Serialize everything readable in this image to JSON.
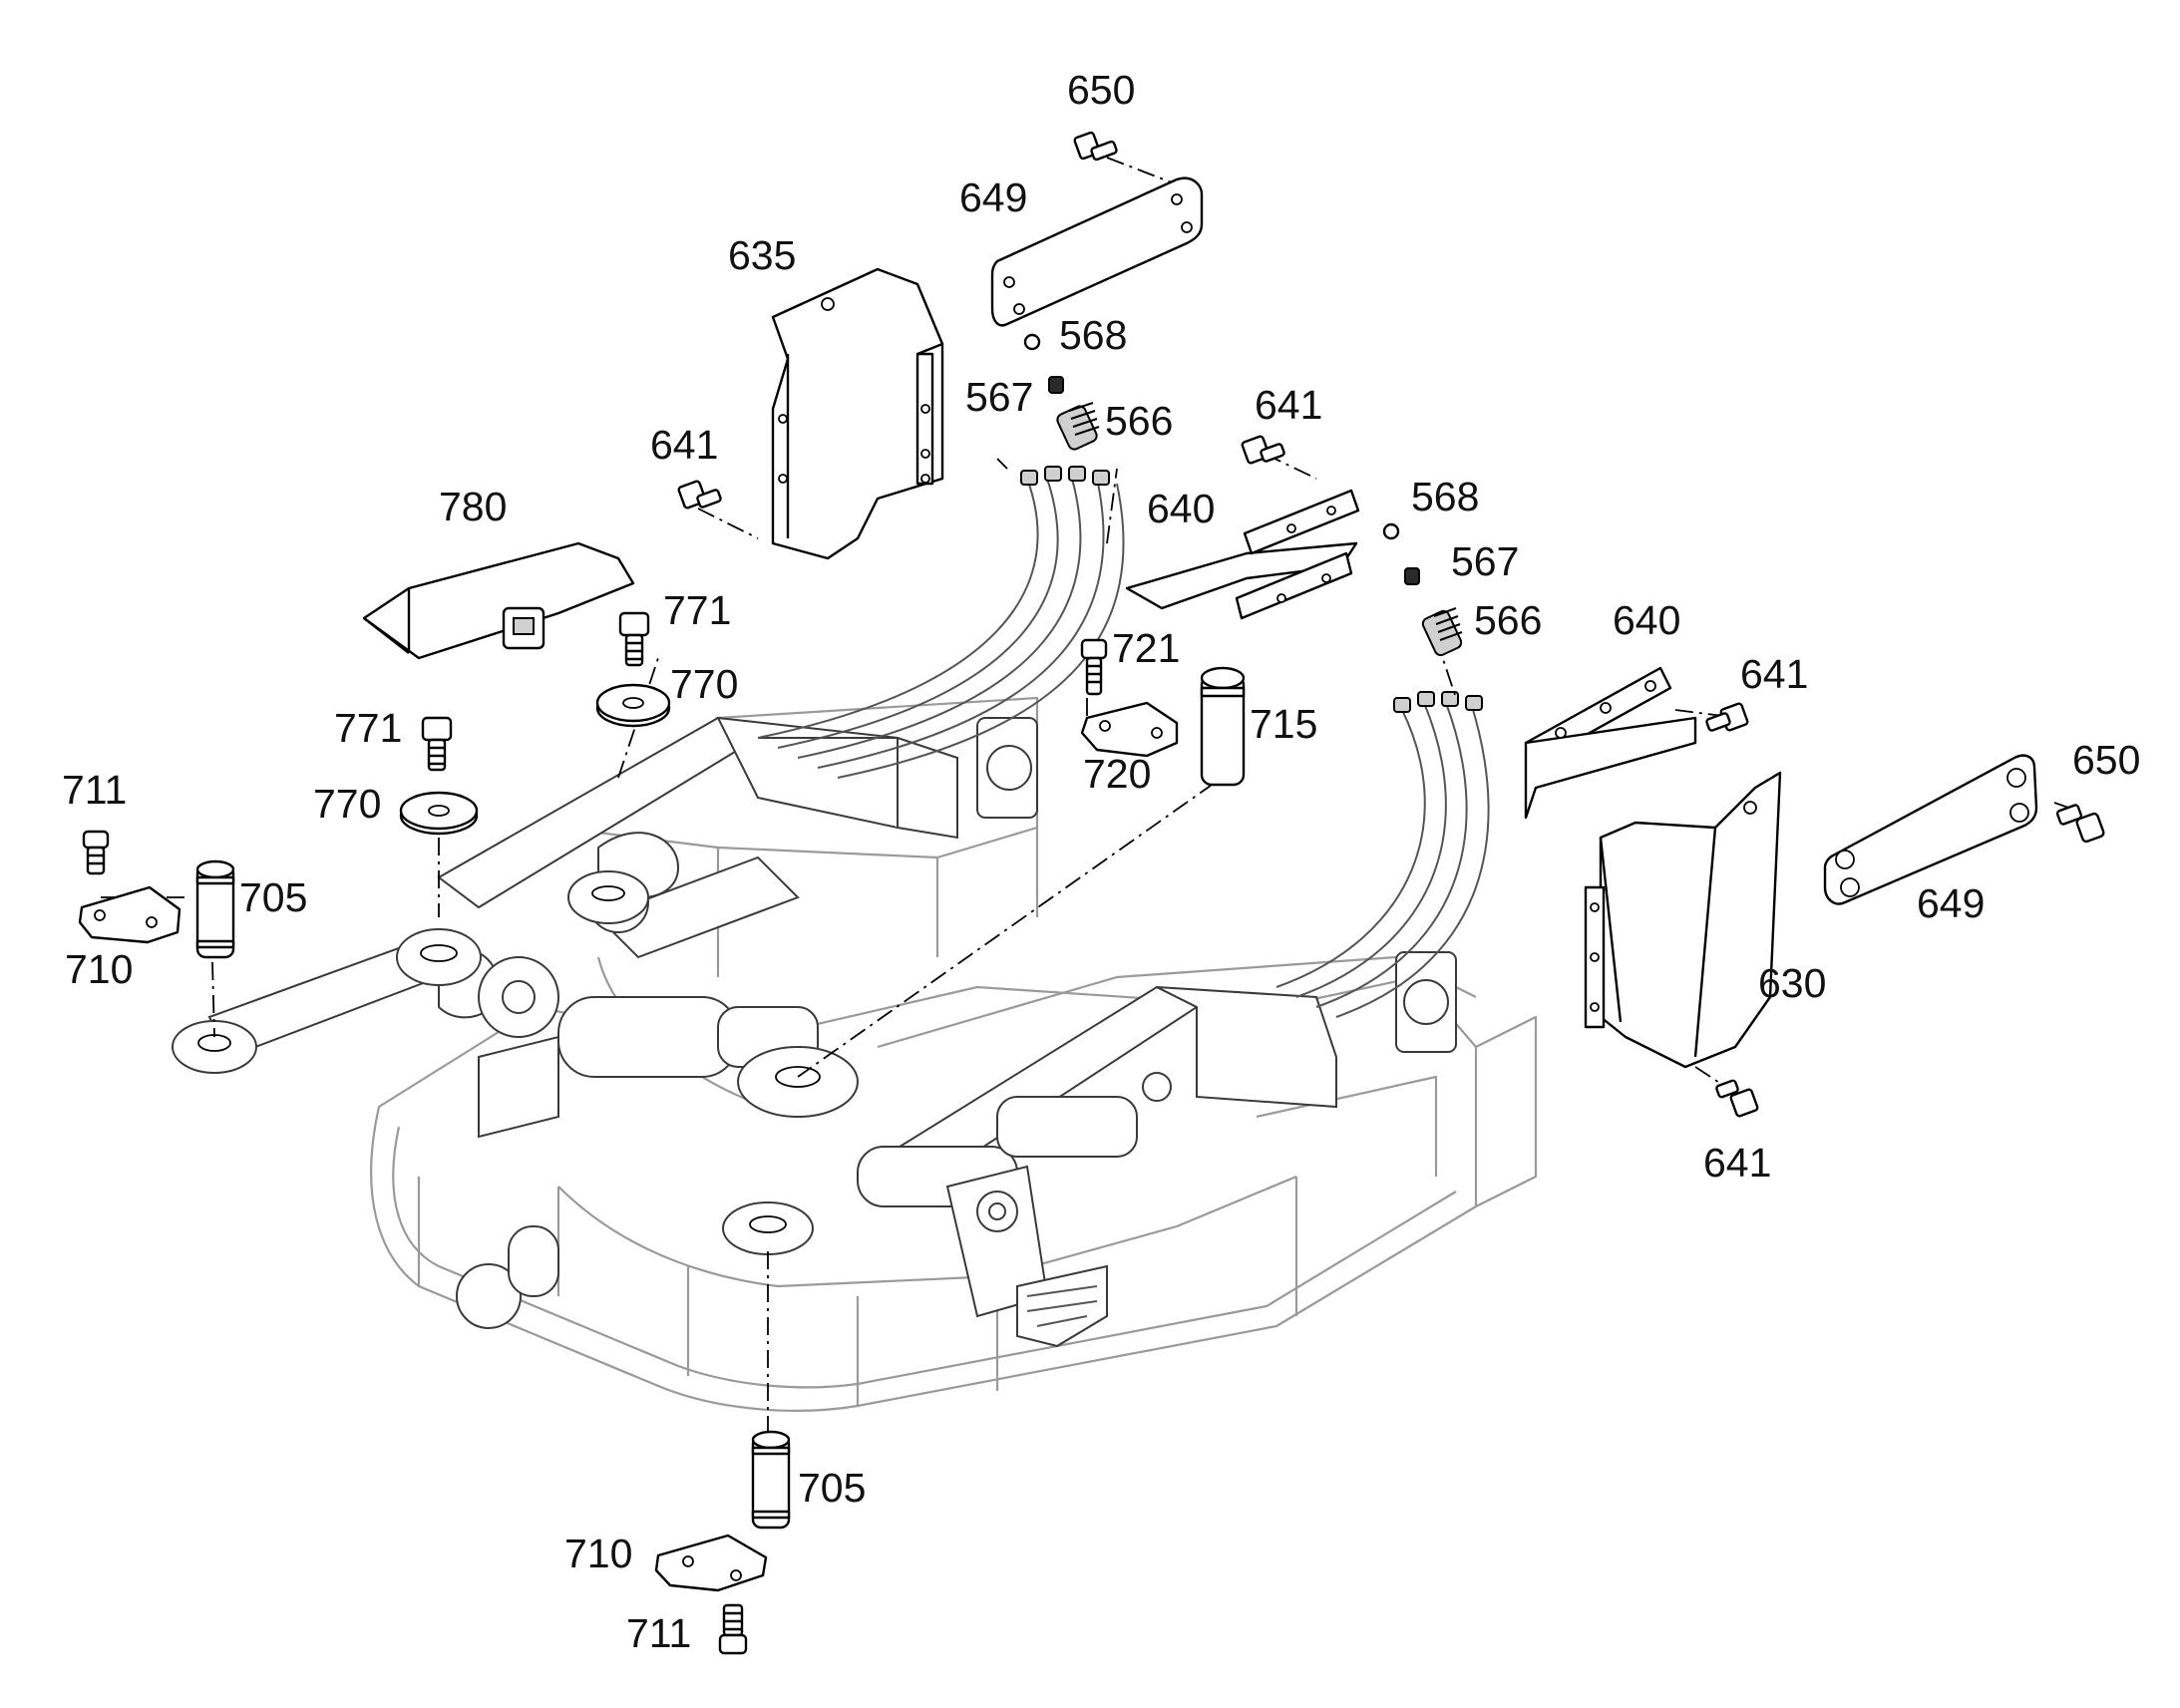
{
  "callouts": {
    "c650a": "650",
    "c649a": "649",
    "c635": "635",
    "c568a": "568",
    "c567a": "567",
    "c566a": "566",
    "c641a": "641",
    "c641b": "641",
    "c780": "780",
    "c640a": "640",
    "c568b": "568",
    "c567b": "567",
    "c566b": "566",
    "c771a": "771",
    "c721": "721",
    "c770a": "770",
    "c640b": "640",
    "c641c": "641",
    "c715": "715",
    "c771b": "771",
    "c720": "720",
    "c650b": "650",
    "c711a": "711",
    "c770b": "770",
    "c705a": "705",
    "c649b": "649",
    "c710a": "710",
    "c630": "630",
    "c641d": "641",
    "c705b": "705",
    "c710b": "710",
    "c711b": "711"
  }
}
